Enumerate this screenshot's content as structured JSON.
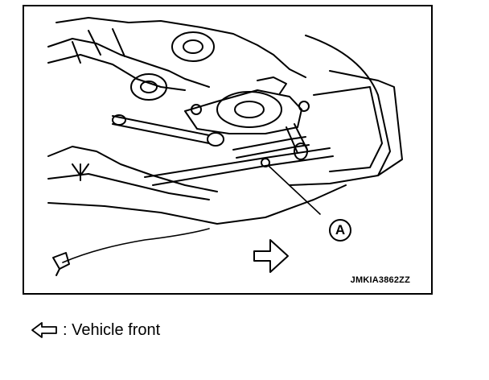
{
  "figure": {
    "code": "JMKIA3862ZZ",
    "callouts": [
      {
        "label": "A"
      }
    ]
  },
  "legend": {
    "items": [
      {
        "icon": "arrow-left-outline-icon",
        "text": ": Vehicle front"
      }
    ]
  }
}
